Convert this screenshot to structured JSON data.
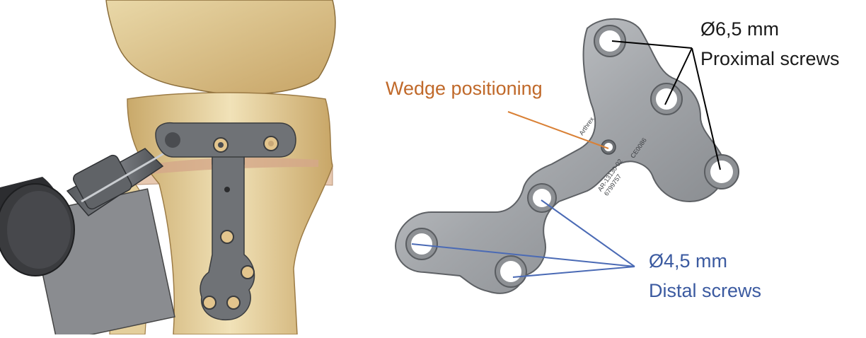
{
  "labels": {
    "proximal_diameter": "Ø6,5 mm",
    "proximal_name": "Proximal screws",
    "wedge": "Wedge positioning",
    "distal_diameter": "Ø4,5 mm",
    "distal_name": "Distal screws"
  },
  "plate_engraving": {
    "brand": "Arthrex",
    "line1": "AR-13130-02",
    "line2": "6799757",
    "mark": "CE0086"
  },
  "colors": {
    "proximal_label": "#1a1a1a",
    "wedge_label": "#c0692a",
    "distal_label": "#3b5aa0",
    "bone": "#e8d5a3",
    "plate_metal": "#a9acb0",
    "implant_dark": "#6b6e72"
  }
}
